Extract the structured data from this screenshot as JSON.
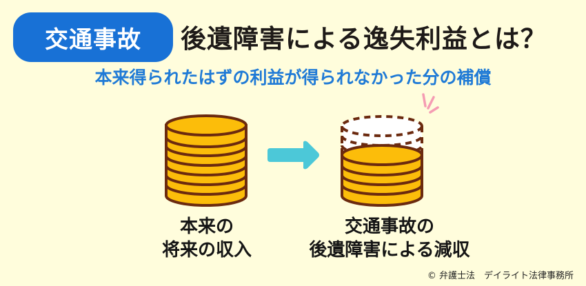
{
  "header": {
    "badge": "交通事故",
    "title": "後遺障害による逸失利益とは？",
    "subtitle": "本来得られたはずの利益が得られなかった分の補償"
  },
  "diagram": {
    "left_label_line1": "本来の",
    "left_label_line2": "将来の収入",
    "right_label_line1": "交通事故の",
    "right_label_line2": "後遺障害による減収",
    "left_icon": "full-coin-stack-icon",
    "arrow_icon": "right-arrow-icon",
    "right_icon": "reduced-coin-stack-icon",
    "colors": {
      "coin_fill": "#fcbd0a",
      "coin_outline": "#6b2a0f",
      "arrow": "#4cc8d8",
      "accent_lines": "#f59cb3",
      "badge": "#1871d6",
      "subtitle": "#1f7ad6",
      "background": "#fffddc"
    }
  },
  "footer": {
    "copyright": "© 弁護士法　デイライト法律事務所"
  }
}
